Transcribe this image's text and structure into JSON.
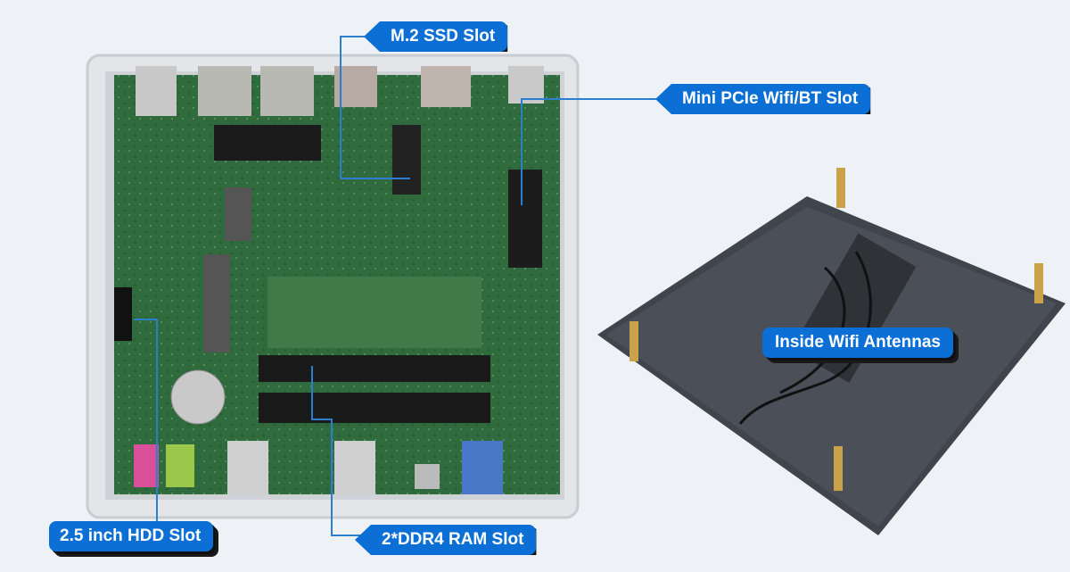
{
  "callouts": {
    "m2_ssd": "M.2 SSD Slot",
    "mini_pcie": "Mini PCIe Wifi/BT Slot",
    "antennas": "Inside Wifi Antennas",
    "hdd": "2.5 inch HDD Slot",
    "ram": "2*DDR4 RAM Slot"
  },
  "colors": {
    "callout": "#0b6fd6",
    "pcb": "#2f6b3c",
    "chassis": "#d9dcdf",
    "plate": "#3a3f47"
  }
}
